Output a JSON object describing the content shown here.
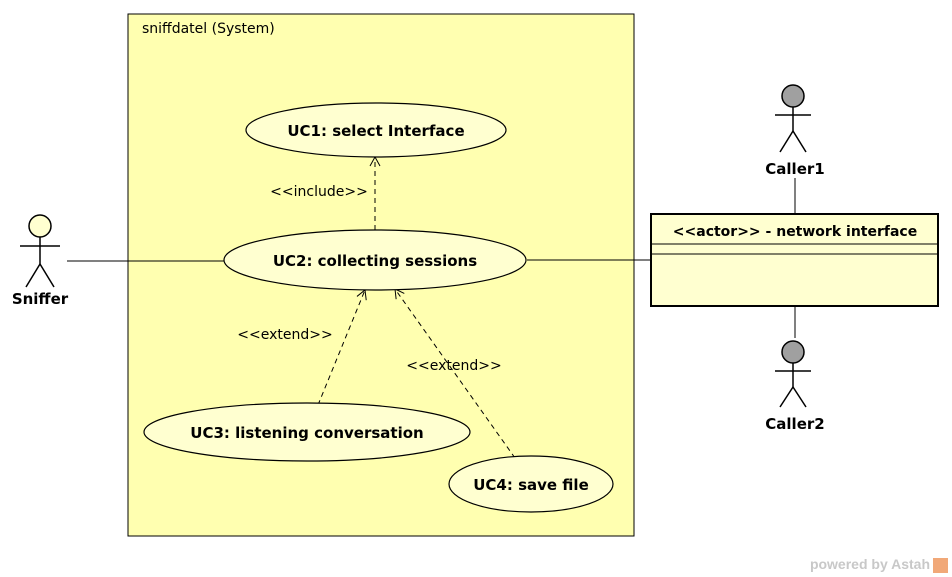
{
  "system": {
    "label": "sniffdatel (System)"
  },
  "use_cases": {
    "uc1": "UC1: select Interface",
    "uc2": "UC2: collecting sessions",
    "uc3": "UC3: listening conversation",
    "uc4": "UC4: save file"
  },
  "relations": {
    "include": "<<include>>",
    "extend_uc3": "<<extend>>",
    "extend_uc4": "<<extend>>"
  },
  "actors": {
    "sniffer": "Sniffer",
    "caller1": "Caller1",
    "caller2": "Caller2"
  },
  "actor_class": {
    "title": "<<actor>> - network interface"
  },
  "watermark": {
    "text": "powered by Astah"
  },
  "colors": {
    "system_fill": "#ffffb0",
    "usecase_fill": "#ffffd0",
    "class_fill": "#ffffd0",
    "sniffer_head": "#ffffd0",
    "caller_head": "#a0a0a0",
    "line": "#000000"
  }
}
